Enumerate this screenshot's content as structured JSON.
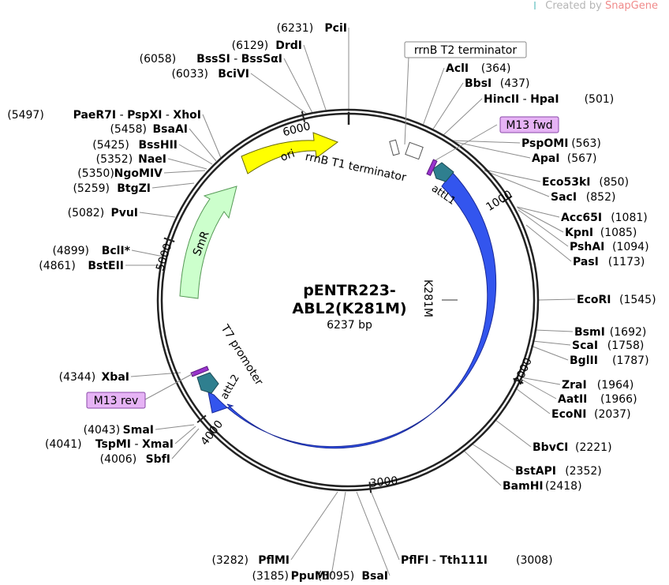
{
  "watermark": {
    "prefix": "Created by",
    "brand": "SnapGene"
  },
  "plasmid": {
    "name_line1": "pENTR223-",
    "name_line2": "ABL2(K281M)",
    "size": "6237 bp"
  },
  "ticks": [
    "1000",
    "2000",
    "3000",
    "4000",
    "5000",
    "6000"
  ],
  "features": [
    {
      "key": "ori",
      "label": "ori",
      "color": "#ffff00"
    },
    {
      "key": "smr",
      "label": "SmR",
      "color": "#ccffcc"
    },
    {
      "key": "abl2",
      "label": "ABL2(K281M)",
      "color": "#3355ee"
    },
    {
      "key": "attl1",
      "label": "attL1",
      "color": "#2f7f8f"
    },
    {
      "key": "attl2",
      "label": "attL2",
      "color": "#2f7f8f"
    },
    {
      "key": "rrnb-t1",
      "label": "rrnB T1 terminator"
    },
    {
      "key": "rrnb-t2",
      "label": "rrnB T2 terminator"
    },
    {
      "key": "t7",
      "label": "T7 promoter"
    },
    {
      "key": "k281m",
      "label": "K281M"
    },
    {
      "key": "m13fwd",
      "label": "M13 fwd",
      "color": "#e6b3f5"
    },
    {
      "key": "m13rev",
      "label": "M13 rev",
      "color": "#e6b3f5"
    }
  ],
  "sites": [
    {
      "pos": "(6231)",
      "names": [
        "PciI"
      ]
    },
    {
      "pos": "(6129)",
      "names": [
        "DrdI"
      ]
    },
    {
      "pos": "(6058)",
      "names": [
        "BssSI",
        "BssSαI"
      ]
    },
    {
      "pos": "(6033)",
      "names": [
        "BciVI"
      ]
    },
    {
      "pos": "(5497)",
      "names": [
        "PaeR7I",
        "PspXI",
        "XhoI"
      ]
    },
    {
      "pos": "(5458)",
      "names": [
        "BsaAI"
      ]
    },
    {
      "pos": "(5425)",
      "names": [
        "BssHII"
      ]
    },
    {
      "pos": "(5352)",
      "names": [
        "NaeI"
      ]
    },
    {
      "pos": "(5350)",
      "names": [
        "NgoMIV"
      ]
    },
    {
      "pos": "(5259)",
      "names": [
        "BtgZI"
      ]
    },
    {
      "pos": "(5082)",
      "names": [
        "PvuI"
      ]
    },
    {
      "pos": "(4899)",
      "names": [
        "BclI*"
      ],
      "muted": true
    },
    {
      "pos": "(4861)",
      "names": [
        "BstEII"
      ]
    },
    {
      "pos": "(4344)",
      "names": [
        "XbaI"
      ]
    },
    {
      "pos": "(4043)",
      "names": [
        "SmaI"
      ]
    },
    {
      "pos": "(4041)",
      "names": [
        "TspMI",
        "XmaI"
      ]
    },
    {
      "pos": "(4006)",
      "names": [
        "SbfI"
      ]
    },
    {
      "pos": "(3282)",
      "names": [
        "PflMI"
      ]
    },
    {
      "pos": "(3185)",
      "names": [
        "PpuMI"
      ]
    },
    {
      "pos": "(3095)",
      "names": [
        "BsaI"
      ]
    },
    {
      "pos": "(3008)",
      "names": [
        "PflFI",
        "Tth111I"
      ]
    },
    {
      "pos": "(364)",
      "names": [
        "AclI"
      ]
    },
    {
      "pos": "(437)",
      "names": [
        "BbsI"
      ]
    },
    {
      "pos": "(501)",
      "names": [
        "HincII",
        "HpaI"
      ]
    },
    {
      "pos": "(563)",
      "names": [
        "PspOMI"
      ]
    },
    {
      "pos": "(567)",
      "names": [
        "ApaI"
      ]
    },
    {
      "pos": "(850)",
      "names": [
        "Eco53kI"
      ]
    },
    {
      "pos": "(852)",
      "names": [
        "SacI"
      ]
    },
    {
      "pos": "(1081)",
      "names": [
        "Acc65I"
      ]
    },
    {
      "pos": "(1085)",
      "names": [
        "KpnI"
      ]
    },
    {
      "pos": "(1094)",
      "names": [
        "PshAI"
      ]
    },
    {
      "pos": "(1173)",
      "names": [
        "PasI"
      ]
    },
    {
      "pos": "(1545)",
      "names": [
        "EcoRI"
      ]
    },
    {
      "pos": "(1692)",
      "names": [
        "BsmI"
      ]
    },
    {
      "pos": "(1758)",
      "names": [
        "ScaI"
      ]
    },
    {
      "pos": "(1787)",
      "names": [
        "BglII"
      ]
    },
    {
      "pos": "(1964)",
      "names": [
        "ZraI"
      ]
    },
    {
      "pos": "(1966)",
      "names": [
        "AatII"
      ]
    },
    {
      "pos": "(2037)",
      "names": [
        "EcoNI"
      ]
    },
    {
      "pos": "(2221)",
      "names": [
        "BbvCI"
      ]
    },
    {
      "pos": "(2352)",
      "names": [
        "BstAPI"
      ]
    },
    {
      "pos": "(2418)",
      "names": [
        "BamHI"
      ]
    }
  ]
}
